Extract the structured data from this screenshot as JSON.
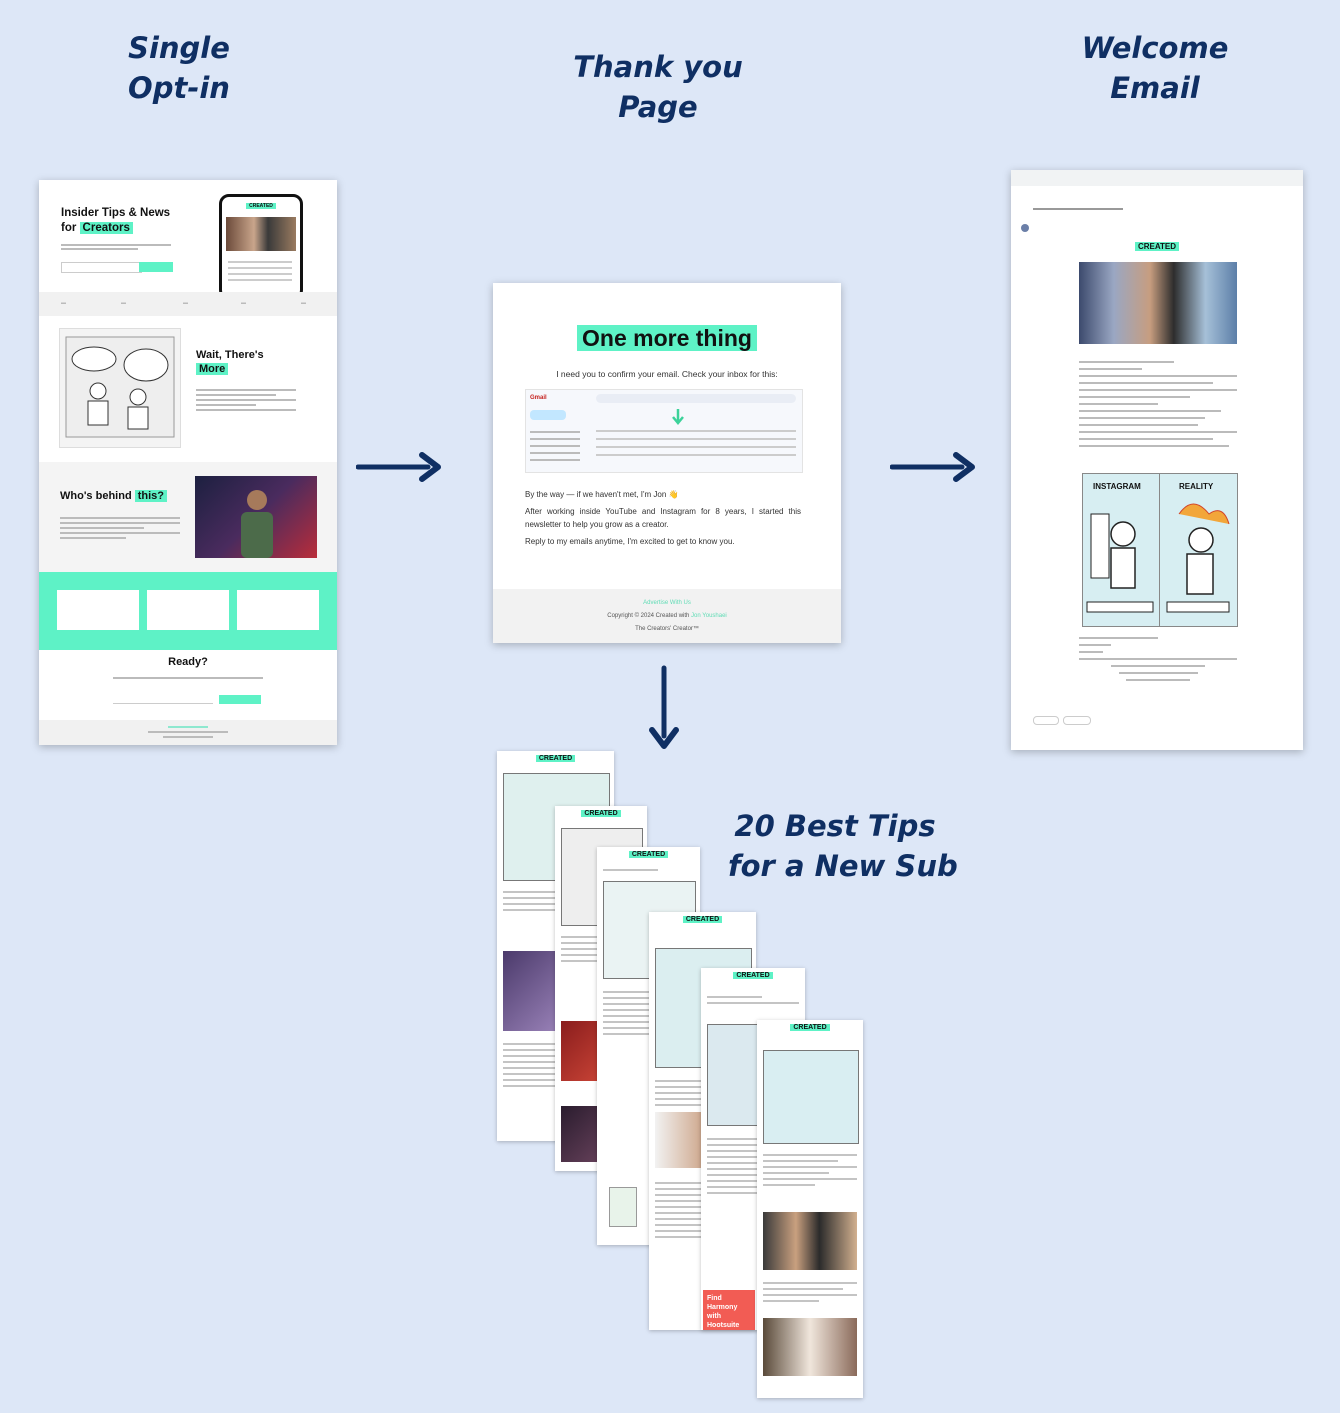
{
  "headings": {
    "optin": [
      "Single",
      "Opt-in"
    ],
    "thankyou": [
      "Thank you",
      "Page"
    ],
    "welcome": [
      "Welcome",
      "Email"
    ],
    "tips": [
      "20 Best Tips",
      "for a New Sub"
    ]
  },
  "optin_page": {
    "hero_title_1": "Insider Tips & News",
    "hero_title_2": "for",
    "hero_title_highlight": "Creators",
    "phone_brand": "CREATED",
    "wait_title": "Wait, There's",
    "wait_highlight": "More",
    "who_title": "Who's behind",
    "who_highlight": "this?",
    "ready_title": "Ready?"
  },
  "thankyou_page": {
    "title": "One more thing",
    "confirm": "I need you to confirm your email. Check your inbox for this:",
    "gmail_label": "Gmail",
    "by_the_way": "By the way — if we haven't met, I'm Jon 👋",
    "story": "After working inside YouTube and Instagram for 8 years, I started this newsletter to help you grow as a creator.",
    "reply": "Reply to my emails anytime, I'm excited to get to know you.",
    "footer_link": "Advertise With Us",
    "copyright_prefix": "Copyright © 2024 Created with",
    "copyright_link": "Jon Youshaei",
    "tagline": "The Creators' Creator™"
  },
  "welcome_email": {
    "brand": "CREATED",
    "comic_left": "INSTAGRAM",
    "comic_right": "REALITY"
  },
  "tips_stack": {
    "brand": "CREATED",
    "ad_text": "Find Harmony with Hootsuite"
  },
  "colors": {
    "background": "#dde7f7",
    "heading": "#0f2f63",
    "accent": "#5ef2c6",
    "arrow": "#0f2f63"
  }
}
